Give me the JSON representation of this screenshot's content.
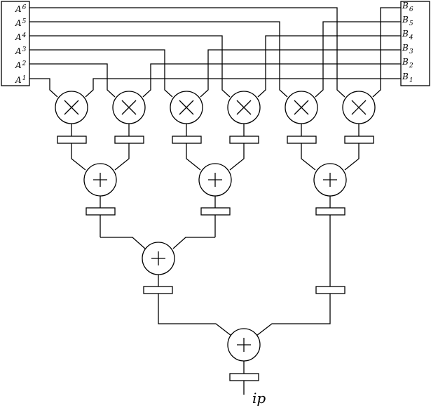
{
  "inputs_a": [
    {
      "base": "A",
      "index": "6"
    },
    {
      "base": "A",
      "index": "5"
    },
    {
      "base": "A",
      "index": "4"
    },
    {
      "base": "A",
      "index": "3"
    },
    {
      "base": "A",
      "index": "2"
    },
    {
      "base": "A",
      "index": "1"
    }
  ],
  "inputs_b": [
    {
      "base": "B",
      "index": "6"
    },
    {
      "base": "B",
      "index": "5"
    },
    {
      "base": "B",
      "index": "4"
    },
    {
      "base": "B",
      "index": "3"
    },
    {
      "base": "B",
      "index": "2"
    },
    {
      "base": "B",
      "index": "1"
    }
  ],
  "output_label": "ip",
  "multiplier_symbol": "multiply-icon",
  "adder_symbol": "plus-icon"
}
